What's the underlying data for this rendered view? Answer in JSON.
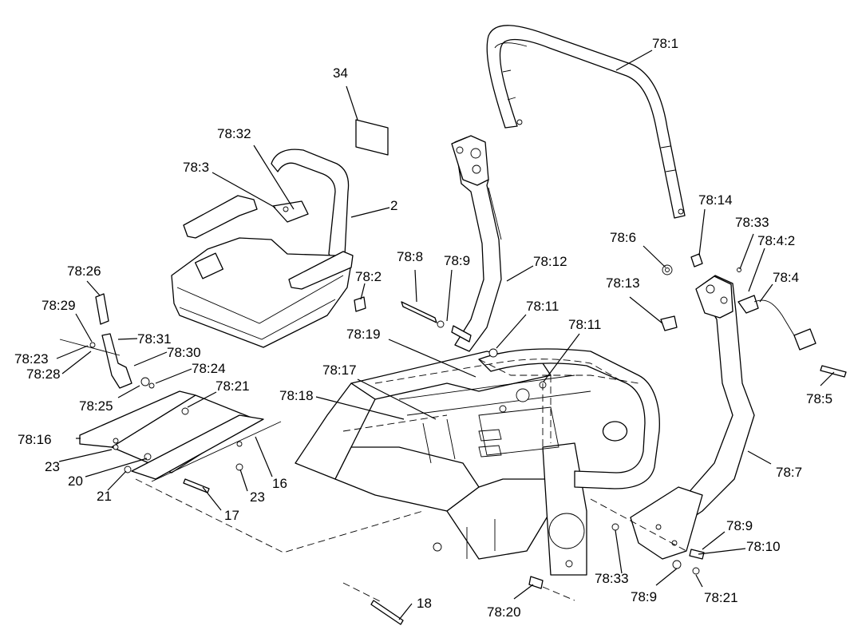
{
  "callouts": [
    {
      "id": "c-78-1",
      "text": "78:1"
    },
    {
      "id": "c-34",
      "text": "34"
    },
    {
      "id": "c-78-32",
      "text": "78:32"
    },
    {
      "id": "c-78-3",
      "text": "78:3"
    },
    {
      "id": "c-2",
      "text": "2"
    },
    {
      "id": "c-78-14",
      "text": "78:14"
    },
    {
      "id": "c-78-33a",
      "text": "78:33"
    },
    {
      "id": "c-78-6",
      "text": "78:6"
    },
    {
      "id": "c-78-4-2",
      "text": "78:4:2"
    },
    {
      "id": "c-78-4",
      "text": "78:4"
    },
    {
      "id": "c-78-13",
      "text": "78:13"
    },
    {
      "id": "c-78-8",
      "text": "78:8"
    },
    {
      "id": "c-78-9a",
      "text": "78:9"
    },
    {
      "id": "c-78-12",
      "text": "78:12"
    },
    {
      "id": "c-78-26",
      "text": "78:26"
    },
    {
      "id": "c-78-2",
      "text": "78:2"
    },
    {
      "id": "c-78-29",
      "text": "78:29"
    },
    {
      "id": "c-78-11a",
      "text": "78:11"
    },
    {
      "id": "c-78-11b",
      "text": "78:11"
    },
    {
      "id": "c-78-19",
      "text": "78:19"
    },
    {
      "id": "c-78-31",
      "text": "78:31"
    },
    {
      "id": "c-78-23",
      "text": "78:23"
    },
    {
      "id": "c-78-30",
      "text": "78:30"
    },
    {
      "id": "c-78-28",
      "text": "78:28"
    },
    {
      "id": "c-78-24",
      "text": "78:24"
    },
    {
      "id": "c-78-17",
      "text": "78:17"
    },
    {
      "id": "c-78-21a",
      "text": "78:21"
    },
    {
      "id": "c-78-25",
      "text": "78:25"
    },
    {
      "id": "c-78-18",
      "text": "78:18"
    },
    {
      "id": "c-78-5",
      "text": "78:5"
    },
    {
      "id": "c-78-16",
      "text": "78:16"
    },
    {
      "id": "c-23a",
      "text": "23"
    },
    {
      "id": "c-20",
      "text": "20"
    },
    {
      "id": "c-16",
      "text": "16"
    },
    {
      "id": "c-21",
      "text": "21"
    },
    {
      "id": "c-23b",
      "text": "23"
    },
    {
      "id": "c-17",
      "text": "17"
    },
    {
      "id": "c-78-7",
      "text": "78:7"
    },
    {
      "id": "c-78-9b",
      "text": "78:9"
    },
    {
      "id": "c-78-10",
      "text": "78:10"
    },
    {
      "id": "c-78-33b",
      "text": "78:33"
    },
    {
      "id": "c-78-9c",
      "text": "78:9"
    },
    {
      "id": "c-78-21b",
      "text": "78:21"
    },
    {
      "id": "c-18",
      "text": "18"
    },
    {
      "id": "c-78-20",
      "text": "78:20"
    }
  ]
}
